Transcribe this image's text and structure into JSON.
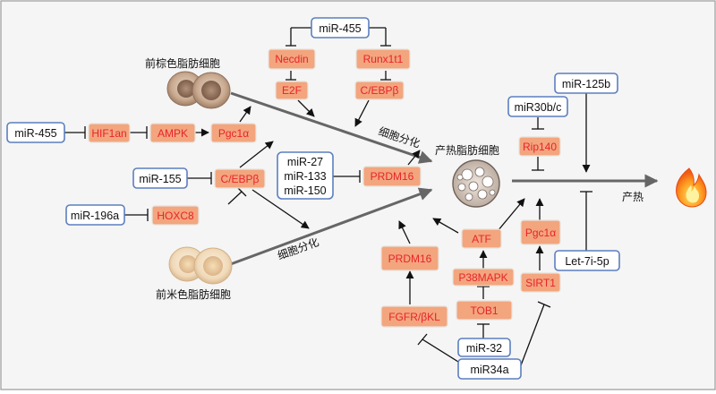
{
  "background_color": "#f5f5f5",
  "mirna_border_color": "#5b7fbf",
  "gene_fill_color": "#f3a57e",
  "gene_text_color": "#e8242a",
  "cells": {
    "beige_precursor": "前棕色脂肪细胞",
    "white_precursor": "前米色脂肪细胞",
    "thermogenic_adipocyte": "产热脂肪细胞"
  },
  "labels": {
    "differentiation_top": "细胞分化",
    "differentiation_bottom": "细胞分化",
    "thermogenesis": "产热"
  },
  "mirnas": {
    "mir455_top": "miR-455",
    "mir455_left": "miR-455",
    "mir155": "miR-155",
    "mir196a": "miR-196a",
    "mir27": "miR-27",
    "mir133": "miR-133",
    "mir150": "miR-150",
    "mir30": "miR30b/c",
    "mir125b": "miR-125b",
    "let7i": "Let-7i-5p",
    "mir32": "miR-32",
    "mir34a": "miR34a"
  },
  "genes": {
    "necdin": "Necdin",
    "runx1t1": "Runx1t1",
    "e2f": "E2F",
    "cebpb_top": "C/EBPβ",
    "hif1an": "HIF1an",
    "ampk": "AMPK",
    "pgc1a_left": "Pgc1α",
    "cebpb_mid": "C/EBPβ",
    "hoxc8": "HOXC8",
    "prdm16_top": "PRDM16",
    "rip140": "Rip140",
    "atf": "ATF",
    "pgc1a_right": "Pgc1α",
    "prdm16_bottom": "PRDM16",
    "p38mapk": "P38MAPK",
    "sirt1": "SIRT1",
    "tob1": "TOB1",
    "fgfr": "FGFR/βKL"
  },
  "icons": {
    "flame": "flame-icon"
  }
}
